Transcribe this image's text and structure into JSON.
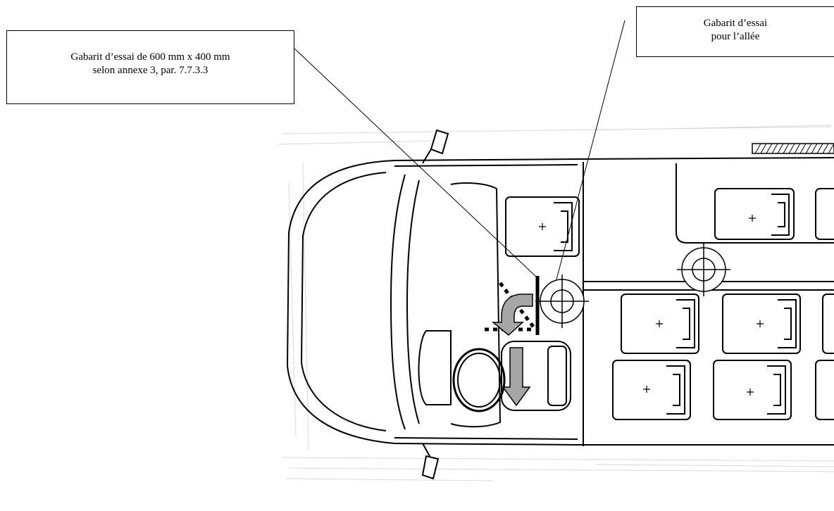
{
  "callouts": {
    "test_gauge": {
      "line1": "Gabarit d’essai de 600 mm x 400 mm",
      "line2": "selon annexe 3, par. 7.7.3.3"
    },
    "aisle_gauge": {
      "line1": "Gabarit d’essai",
      "line2": "pour l’allée"
    }
  },
  "colors": {
    "line": "#000000",
    "arrow_fill": "#a6a6a6",
    "scan_texture": "#d9d9d9",
    "hatch": "#000000"
  },
  "icons": [
    "crosshair-circle-icon",
    "down-arrow-icon",
    "curved-arrow-icon",
    "plus-mark-icon"
  ]
}
